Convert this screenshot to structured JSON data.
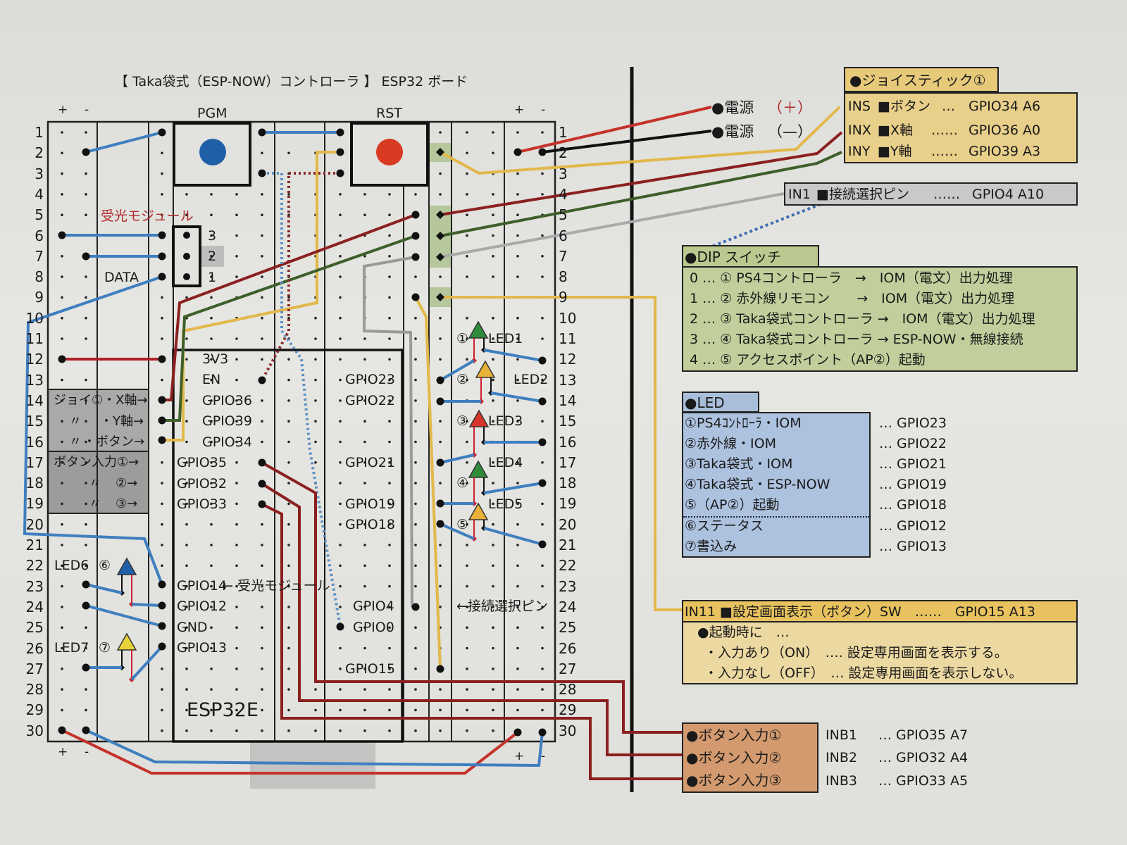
{
  "title": "【 Taka袋式（ESP-NOW）コントローラ 】 ESP32 ボード",
  "board": {
    "rails_left": {
      "plus": "+",
      "minus": "-"
    },
    "rails_right": {
      "plus": "+",
      "minus": "-"
    },
    "buttons": [
      {
        "label": "PGM",
        "color": "#1f5fa8"
      },
      {
        "label": "RST",
        "color": "#d93a22"
      }
    ],
    "row_numbers_left": [
      "1",
      "2",
      "3",
      "4",
      "5",
      "6",
      "7",
      "8",
      "9",
      "10",
      "11",
      "12",
      "13",
      "14",
      "15",
      "16",
      "17",
      "18",
      "19",
      "20",
      "21",
      "22",
      "23",
      "24",
      "25",
      "26",
      "27",
      "28",
      "29",
      "30"
    ],
    "row_numbers_right": [
      "1",
      "2",
      "3",
      "4",
      "5",
      "6",
      "7",
      "8",
      "9",
      "10",
      "11",
      "12",
      "13",
      "14",
      "15",
      "16",
      "17",
      "18",
      "19",
      "20",
      "21",
      "22",
      "23",
      "24",
      "25",
      "26",
      "27",
      "28",
      "29",
      "30"
    ],
    "ir_module": {
      "label": "受光モジュール",
      "data_label": "DATA",
      "pins": [
        "3",
        "2",
        "1"
      ]
    },
    "side_labels": {
      "joy_x": "ジョイ①・X軸→",
      "joy_y_mark": "〃",
      "joy_y": "・Y軸→",
      "joy_btn_mark": "〃",
      "joy_btn": "・ボタン→",
      "btn1": "ボタン入力①→",
      "btn2_mark": "〃",
      "btn2": "②→",
      "btn3_mark": "〃",
      "btn3": "③→"
    },
    "module_name": "ESP32E",
    "left_pins": [
      "3V3",
      "EN",
      "GPIO36",
      "GPIO39",
      "GPIO34",
      "GPIO35",
      "GPIO32",
      "GPIO33",
      "GPIO14",
      "GPIO12",
      "GND",
      "GPIO13"
    ],
    "gpio14_note": "← 受光モジュール",
    "right_pins": [
      "GPIO23",
      "GPIO22",
      "GPIO21",
      "GPIO19",
      "GPIO18",
      "GPIO4",
      "GPIO0",
      "GPIO15"
    ],
    "conn_select_note": "←接続選択ピン",
    "leds_right": [
      {
        "num": "①",
        "label": "LED1",
        "color": "#2e8b3a"
      },
      {
        "num": "②",
        "label": "LED2",
        "color": "#e8b23a"
      },
      {
        "num": "③",
        "label": "LED3",
        "color": "#d9342a"
      },
      {
        "num": "④",
        "label": "LED4",
        "color": "#2e8b3a"
      },
      {
        "num": "⑤",
        "label": "LED5",
        "color": "#e8b23a"
      }
    ],
    "leds_left": [
      {
        "num": "⑥",
        "label": "LED6",
        "color": "#1f5fa8"
      },
      {
        "num": "⑦",
        "label": "LED7",
        "color": "#e8d23a"
      }
    ]
  },
  "power": {
    "plus_label": "●電源",
    "plus_sign": "（＋）",
    "minus_label": "●電源",
    "minus_sign": "（—）"
  },
  "joystick": {
    "header": "●ジョイスティック①",
    "rows": [
      {
        "id": "INS",
        "name": "■ボタン",
        "dots": "…",
        "gpio": "GPIO34 A6"
      },
      {
        "id": "INX",
        "name": "■X軸",
        "dots": "……",
        "gpio": "GPIO36 A0"
      },
      {
        "id": "INY",
        "name": "■Y軸",
        "dots": "……",
        "gpio": "GPIO39 A3"
      }
    ]
  },
  "in1": {
    "id": "IN1",
    "name": "■接続選択ピン",
    "dots": "……",
    "gpio": "GPIO4 A10"
  },
  "dip": {
    "header": "●DIP スイッチ",
    "rows": [
      "0 … ① PS4コントローラ　→　IOM（電文）出力処理",
      "1 … ② 赤外線リモコン　　→　IOM（電文）出力処理",
      "2 … ③ Taka袋式コントローラ →　IOM（電文）出力処理",
      "3 … ④ Taka袋式コントローラ → ESP-NOW・無線接続",
      "4 … ⑤ アクセスポイント（AP②）起動"
    ]
  },
  "led_table": {
    "header": "●LED",
    "rows": [
      {
        "label": "①PS4ｺﾝﾄﾛｰﾗ・IOM",
        "gpio": "… GPIO23"
      },
      {
        "label": "②赤外線・IOM",
        "gpio": "… GPIO22"
      },
      {
        "label": "③Taka袋式・IOM",
        "gpio": "… GPIO21"
      },
      {
        "label": "④Taka袋式・ESP-NOW",
        "gpio": "… GPIO19"
      },
      {
        "label": "⑤（AP②）起動",
        "gpio": "… GPIO18"
      },
      {
        "label": "⑥ステータス",
        "gpio": "… GPIO12"
      },
      {
        "label": "⑦書込み",
        "gpio": "… GPIO13"
      }
    ]
  },
  "in11": {
    "header": "IN11 ■設定画面表示（ボタン）SW　……　GPIO15 A13",
    "lines": [
      "●起動時に　…",
      "・入力あり（ON）　…. 設定専用画面を表示する。",
      "・入力なし（OFF）　… 設定専用画面を表示しない。"
    ]
  },
  "button_inputs": [
    {
      "label": "●ボタン入力①",
      "id": "INB1",
      "gpio": "… GPIO35 A7"
    },
    {
      "label": "●ボタン入力②",
      "id": "INB2",
      "gpio": "… GPIO32 A4"
    },
    {
      "label": "●ボタン入力③",
      "id": "INB3",
      "gpio": "… GPIO33 A5"
    }
  ],
  "wire_colors": {
    "red": "#b0222a",
    "dark_red": "#8b2020",
    "green": "#3e5f2a",
    "yellow": "#e2b84a",
    "blue": "#3f7fbf",
    "gray": "#9a9a9a",
    "black": "#111111"
  }
}
